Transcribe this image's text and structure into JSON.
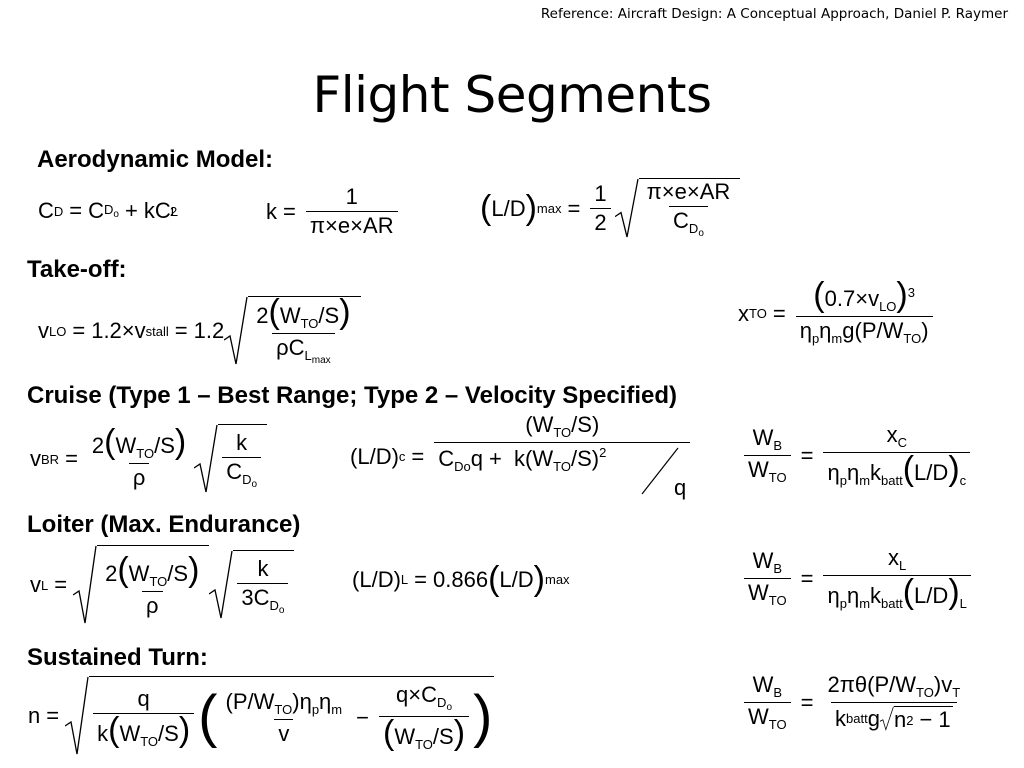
{
  "reference": "Reference: Aircraft Design: A Conceptual Approach, Daniel P. Raymer",
  "title": "Flight Segments",
  "headings": {
    "aero": "Aerodynamic Model:",
    "takeoff": "Take-off:",
    "cruise": "Cruise (Type 1 – Best Range; Type 2 – Velocity Specified)",
    "loiter": "Loiter (Max. Endurance)",
    "turn": "Sustained Turn:"
  },
  "sym": {
    "C": "C",
    "D": "D",
    "o": "o",
    "k": "k",
    "L": "L",
    "two": "2",
    "one": "1",
    "three": "3",
    "AR": "AR",
    "e": "e",
    "pi": "π",
    "times": "×",
    "eq": "=",
    "plus": "+",
    "minus": "−",
    "max": "max",
    "v": "v",
    "LO": "LO",
    "stall": "stall",
    "coef": "1.2",
    "W": "W",
    "TO": "TO",
    "S": "S",
    "slash": "/",
    "rho": "ρ",
    "x": "x",
    "p07": "0.7",
    "eta": "η",
    "p": "p",
    "m": "m",
    "g": "g",
    "P": "P",
    "BR": "BR",
    "c": "c",
    "q": "q",
    "Do": "Do",
    "B": "B",
    "batt": "batt",
    "Cc": "C",
    "n": "n",
    "theta": "θ",
    "T": "T",
    "c866": "0.866",
    "lp": "(",
    "rp": ")",
    "twoC3": "3C",
    "n2": "2"
  }
}
